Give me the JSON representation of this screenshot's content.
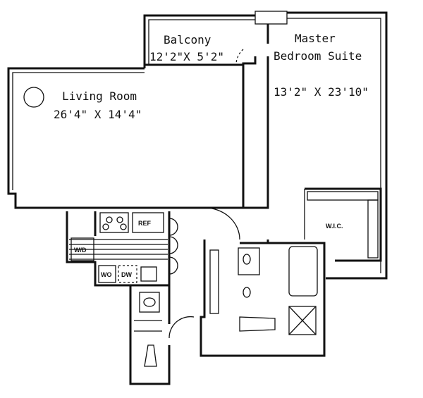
{
  "rooms": {
    "living": {
      "name": "Living Room",
      "size": "26'4\" X 14'4\""
    },
    "balcony": {
      "name": "Balcony",
      "size": "12'2\"X 5'2\""
    },
    "master": {
      "name_line1": "Master",
      "name_line2": "Bedroom Suite",
      "size": "13'2\" X 23'10\""
    }
  },
  "fixtures": {
    "ref": "REF",
    "washer_dryer": "W/D",
    "wall_oven": "WO",
    "dishwasher": "DW",
    "walk_in_closet": "W.I.C."
  }
}
